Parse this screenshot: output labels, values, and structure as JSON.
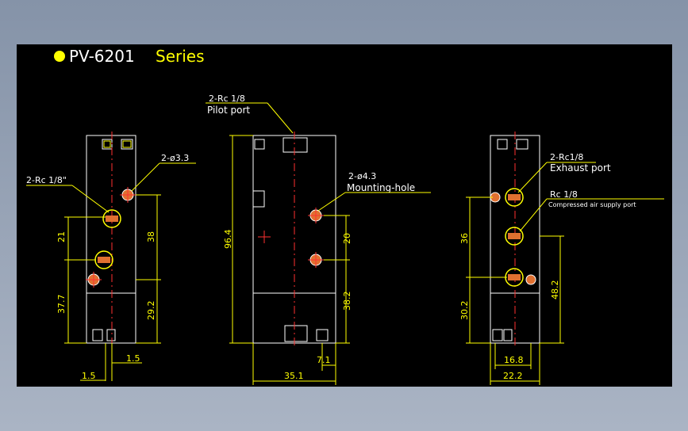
{
  "title": {
    "prefix": "PV-6201",
    "suffix": "Series"
  },
  "colors": {
    "background": "#000000",
    "outline": "#ffffff",
    "dimension": "#ffff00",
    "center": "#ff3030",
    "hole_fill": "#e07030",
    "frame": "#8f9bb0"
  },
  "left_view": {
    "port_label": "2-Rc 1/8\"",
    "hole_label": "2-ø3.3",
    "dims": {
      "d21": "21",
      "d37_7": "37.7",
      "d38": "38",
      "d29_2": "29.2",
      "d1_5a": "1.5",
      "d1_5b": "1.5"
    }
  },
  "middle_view": {
    "pilot_label_1": "2-Rc 1/8",
    "pilot_label_2": "Pilot port",
    "mount_label_1": "2-ø4.3",
    "mount_label_2": "Mounting-hole",
    "dims": {
      "d96_4": "96.4",
      "d20": "20",
      "d38_2": "38.2",
      "d7_1": "7.1",
      "d35_1": "35.1"
    }
  },
  "right_view": {
    "exhaust_label_1": "2-Rc1/8",
    "exhaust_label_2": "Exhaust port",
    "supply_label_1": "Rc 1/8",
    "supply_label_2": "Compressed air supply port",
    "dims": {
      "d36": "36",
      "d30_2": "30.2",
      "d48_2": "48.2",
      "d16_8": "16.8",
      "d22_2": "22.2"
    }
  }
}
